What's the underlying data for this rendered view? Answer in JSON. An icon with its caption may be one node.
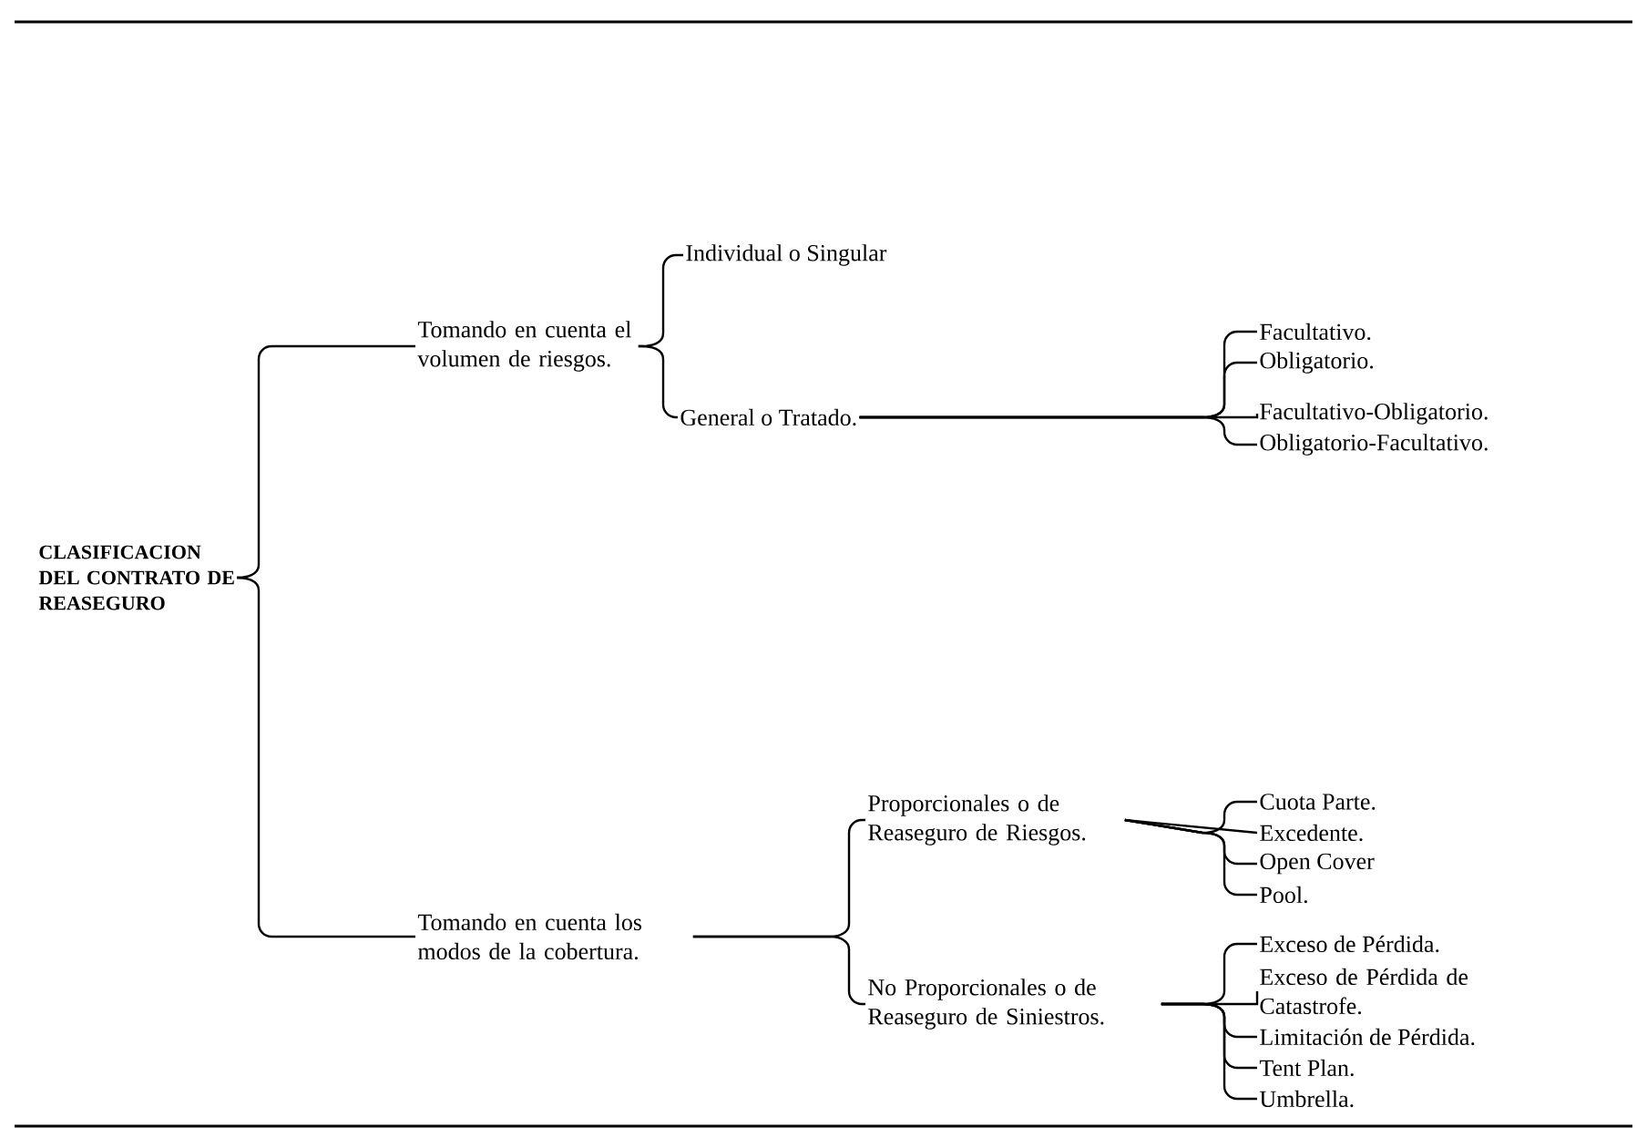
{
  "diagram": {
    "nodes": [
      {
        "text": [
          "CLASIFICACION DEL CONTRATO DE REASEGURO"
        ]
      },
      {
        "text": [
          "Tomando en cuenta el volumen de riesgos."
        ]
      },
      {
        "text": [
          "Individual o Singular"
        ]
      },
      {
        "text": [
          "General o Tratado."
        ]
      },
      {
        "text": [
          "Facultativo."
        ]
      },
      {
        "text": [
          "Obligatorio."
        ]
      },
      {
        "text": [
          "Facultativo-Obligatorio."
        ]
      },
      {
        "text": [
          "Obligatorio-Facultativo."
        ]
      },
      {
        "text": [
          "Tomando en cuenta los modos de la cobertura."
        ]
      },
      {
        "text": [
          "Proporcionales o de Reaseguro de Riesgos."
        ]
      },
      {
        "text": [
          "Cuota Parte."
        ]
      },
      {
        "text": [
          "Excedente."
        ]
      },
      {
        "text": [
          "Open Cover"
        ]
      },
      {
        "text": [
          "Pool."
        ]
      },
      {
        "text": [
          "No Proporcionales o de Reaseguro de Siniestros."
        ]
      },
      {
        "text": [
          "Exceso de Pérdida."
        ]
      },
      {
        "text": [
          "Exceso de Pérdida de Catastrofe."
        ]
      },
      {
        "text": [
          "Limitación de Pérdida."
        ]
      },
      {
        "text": [
          "Tent Plan."
        ]
      },
      {
        "text": [
          "Umbrella."
        ]
      }
    ],
    "edges": [
      {
        "from": 0,
        "to": 1,
        "arrow": "none"
      },
      {
        "from": 0,
        "to": 8,
        "arrow": "none"
      },
      {
        "from": 1,
        "to": 2,
        "arrow": "none"
      },
      {
        "from": 1,
        "to": 3,
        "arrow": "none"
      },
      {
        "from": 3,
        "to": 4,
        "arrow": "none"
      },
      {
        "from": 3,
        "to": 5,
        "arrow": "none"
      },
      {
        "from": 3,
        "to": 6,
        "arrow": "none"
      },
      {
        "from": 3,
        "to": 7,
        "arrow": "none"
      },
      {
        "from": 8,
        "to": 9,
        "arrow": "none"
      },
      {
        "from": 8,
        "to": 14,
        "arrow": "none"
      },
      {
        "from": 9,
        "to": 10,
        "arrow": "none"
      },
      {
        "from": 9,
        "to": 11,
        "arrow": "none"
      },
      {
        "from": 9,
        "to": 12,
        "arrow": "none"
      },
      {
        "from": 9,
        "to": 13,
        "arrow": "none"
      },
      {
        "from": 14,
        "to": 15,
        "arrow": "none"
      },
      {
        "from": 14,
        "to": 16,
        "arrow": "none"
      },
      {
        "from": 14,
        "to": 17,
        "arrow": "none"
      },
      {
        "from": 14,
        "to": 18,
        "arrow": "none"
      },
      {
        "from": 14,
        "to": 19,
        "arrow": "none"
      }
    ]
  }
}
